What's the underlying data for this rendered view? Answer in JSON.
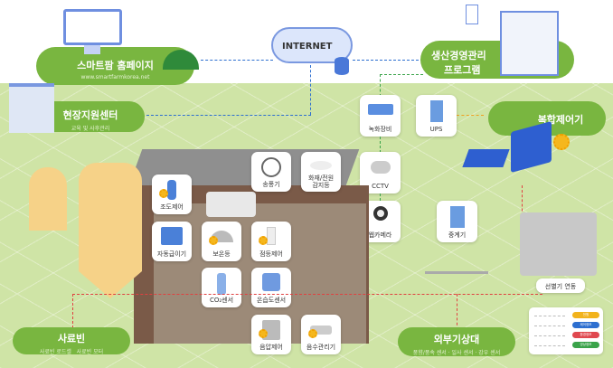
{
  "internet": {
    "label": "INTERNET"
  },
  "homepage": {
    "title": "스마트팜 홈페이지",
    "url": "www.smartfarmkorea.net"
  },
  "support_center": {
    "title": "현장지원센터",
    "subtitle": "교육 및 사후관리"
  },
  "management_program": {
    "title": "생산경영관리\n프로그램",
    "line1": "생산경영관리",
    "line2": "프로그램"
  },
  "controller": {
    "title": "복합제어기"
  },
  "feed_bin": {
    "title": "사료빈",
    "subtitle1": "사료빈 로드셀",
    "subtitle2": "사료빈 모터"
  },
  "weather_station": {
    "title": "외부기상대",
    "subtitle": "풍향/풍속 센서 · 일사 센서 · 강우 센서"
  },
  "sorter": {
    "label": "선별기 연동"
  },
  "devices": {
    "recorder": "녹화장비",
    "ups": "UPS",
    "cctv": "CCTV",
    "webcam": "웹카메라",
    "repeater": "중계기",
    "fan": "송풍기",
    "fire_sensor_1": "화재/전원",
    "fire_sensor_2": "감지등",
    "light_control": "조도제어",
    "auto_feeder": "자동급이기",
    "heater": "보온등",
    "lamp_control": "점등제어",
    "co2": "CO₂센서",
    "temp_humidity": "온습도센서",
    "pressure_control": "음압제어",
    "water_manager": "음수관리기"
  },
  "legend": [
    {
      "label": "전원",
      "color": "#f2b31c"
    },
    {
      "label": "제어정보",
      "color": "#2d6fd0"
    },
    {
      "label": "환경정보",
      "color": "#e0484f"
    },
    {
      "label": "영상정보",
      "color": "#3aa34a"
    }
  ]
}
